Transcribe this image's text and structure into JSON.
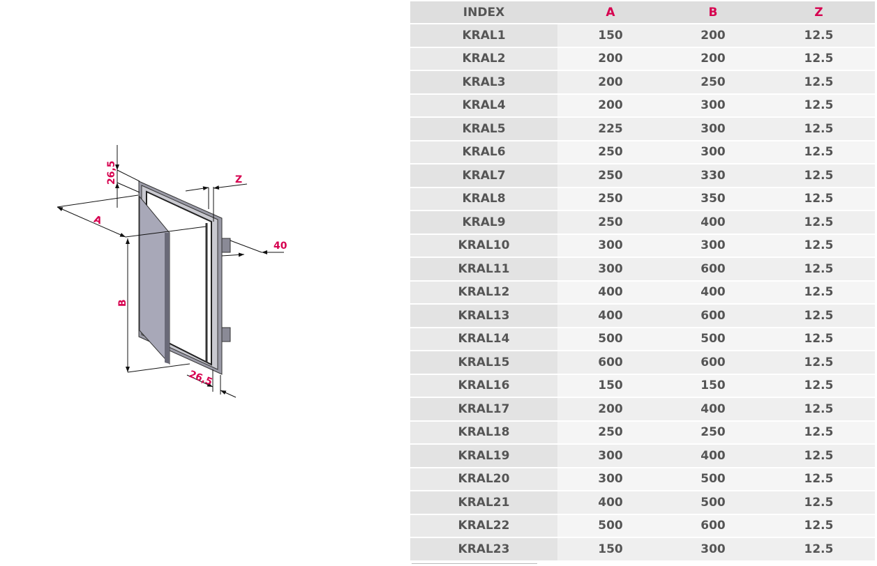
{
  "drawing": {
    "dimension_labels": {
      "top_frame": "26,5",
      "depth": "Z",
      "width": "A",
      "hinge": "40",
      "height": "B",
      "bottom_frame": "26,5"
    }
  },
  "table": {
    "headers": [
      "INDEX",
      "A",
      "B",
      "Z"
    ],
    "rows": [
      [
        "KRAL1",
        "150",
        "200",
        "12.5"
      ],
      [
        "KRAL2",
        "200",
        "200",
        "12.5"
      ],
      [
        "KRAL3",
        "200",
        "250",
        "12.5"
      ],
      [
        "KRAL4",
        "200",
        "300",
        "12.5"
      ],
      [
        "KRAL5",
        "225",
        "300",
        "12.5"
      ],
      [
        "KRAL6",
        "250",
        "300",
        "12.5"
      ],
      [
        "KRAL7",
        "250",
        "330",
        "12.5"
      ],
      [
        "KRAL8",
        "250",
        "350",
        "12.5"
      ],
      [
        "KRAL9",
        "250",
        "400",
        "12.5"
      ],
      [
        "KRAL10",
        "300",
        "300",
        "12.5"
      ],
      [
        "KRAL11",
        "300",
        "600",
        "12.5"
      ],
      [
        "KRAL12",
        "400",
        "400",
        "12.5"
      ],
      [
        "KRAL13",
        "400",
        "600",
        "12.5"
      ],
      [
        "KRAL14",
        "500",
        "500",
        "12.5"
      ],
      [
        "KRAL15",
        "600",
        "600",
        "12.5"
      ],
      [
        "KRAL16",
        "150",
        "150",
        "12.5"
      ],
      [
        "KRAL17",
        "200",
        "400",
        "12.5"
      ],
      [
        "KRAL18",
        "250",
        "250",
        "12.5"
      ],
      [
        "KRAL19",
        "300",
        "400",
        "12.5"
      ],
      [
        "KRAL20",
        "300",
        "500",
        "12.5"
      ],
      [
        "KRAL21",
        "400",
        "500",
        "12.5"
      ],
      [
        "KRAL22",
        "500",
        "600",
        "12.5"
      ],
      [
        "KRAL23",
        "150",
        "300",
        "12.5"
      ]
    ]
  },
  "colors": {
    "accent": "#d6004f",
    "text": "#555555"
  }
}
